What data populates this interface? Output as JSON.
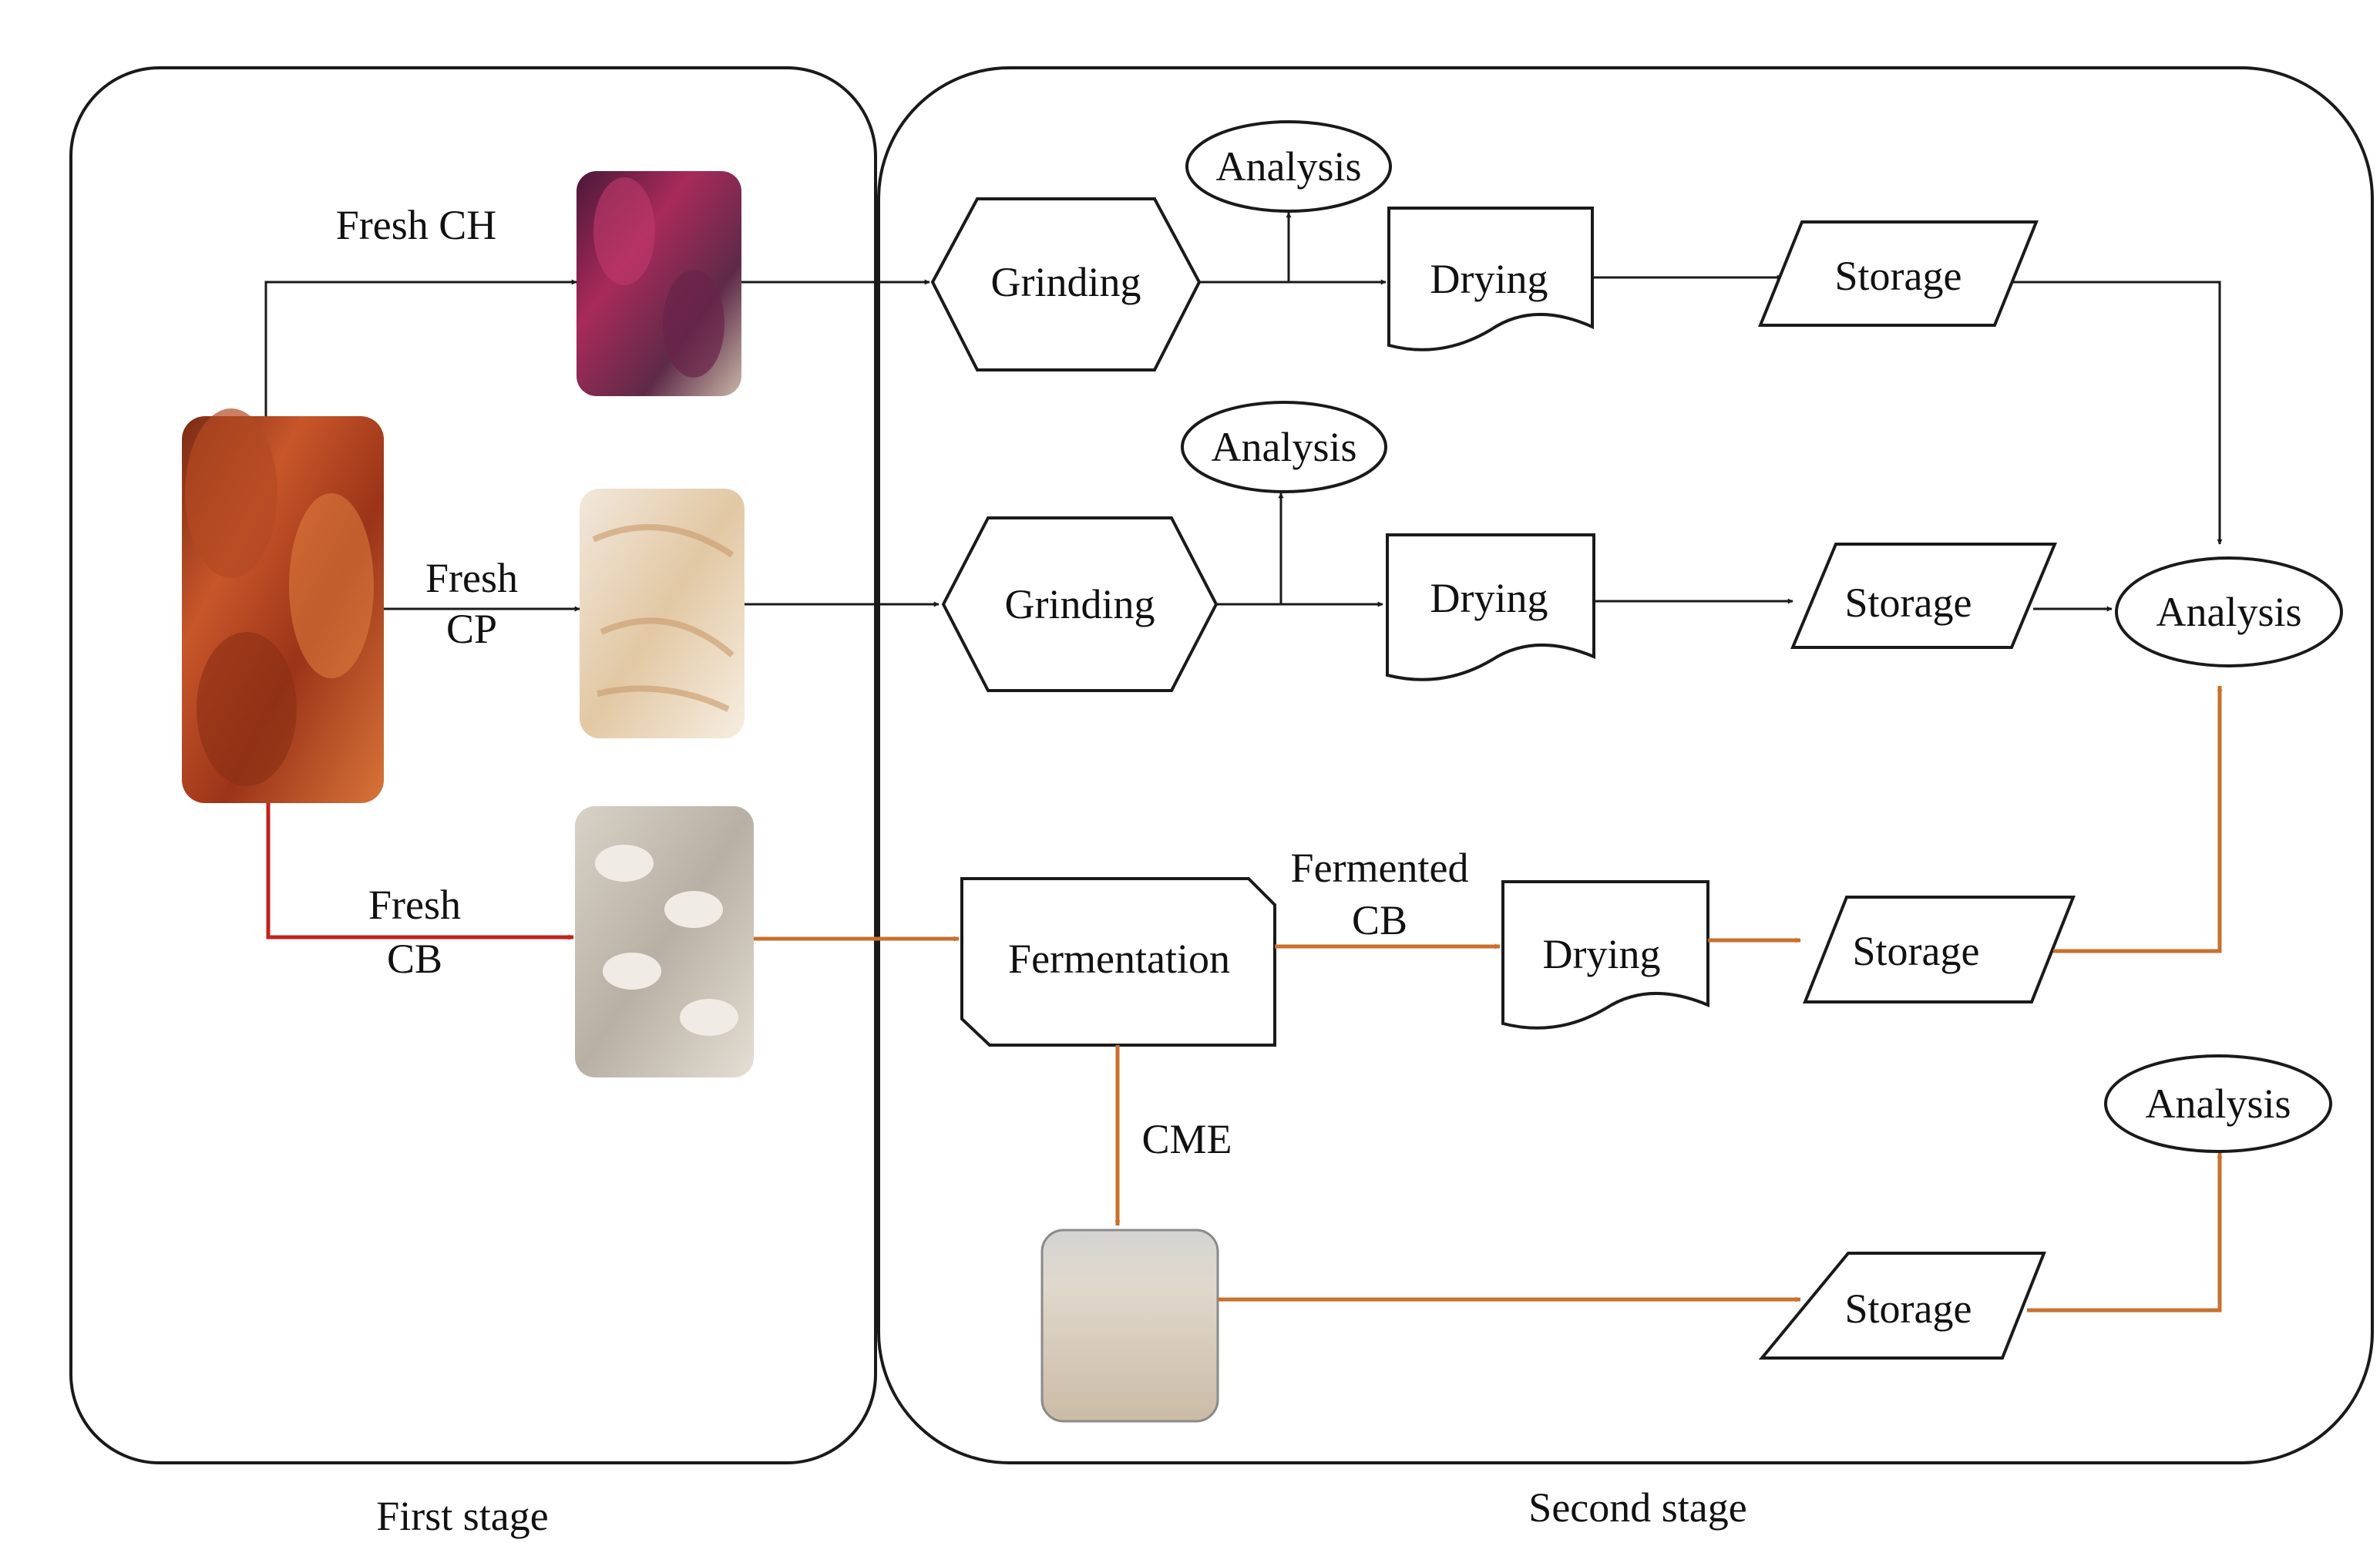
{
  "stages": {
    "first": "First stage",
    "second": "Second stage"
  },
  "edges": {
    "fresh_ch": "Fresh CH",
    "fresh_cp_1": "Fresh",
    "fresh_cp_2": "CP",
    "fresh_cb_1": "Fresh",
    "fresh_cb_2": "CB",
    "fermented_cb_1": "Fermented",
    "fermented_cb_2": "CB",
    "cme": "CME"
  },
  "nodes": {
    "grinding_1": "Grinding",
    "grinding_2": "Grinding",
    "drying_1": "Drying",
    "drying_2": "Drying",
    "drying_3": "Drying",
    "storage_1": "Storage",
    "storage_2": "Storage",
    "storage_3": "Storage",
    "storage_4": "Storage",
    "analysis_1": "Analysis",
    "analysis_2": "Analysis",
    "analysis_3": "Analysis",
    "analysis_4": "Analysis",
    "fermentation": "Fermentation"
  },
  "photos": {
    "cacao_pods": "cacao-pods-photo",
    "husk": "cacao-husk-photo",
    "pulp": "cacao-pulp-photo",
    "beans": "cacao-beans-photo",
    "exudate": "mucilage-exudate-photo"
  },
  "colors": {
    "black_flow": "#1a1a1a",
    "orange_flow": "#c8702e",
    "red_flow": "#c0231f"
  }
}
